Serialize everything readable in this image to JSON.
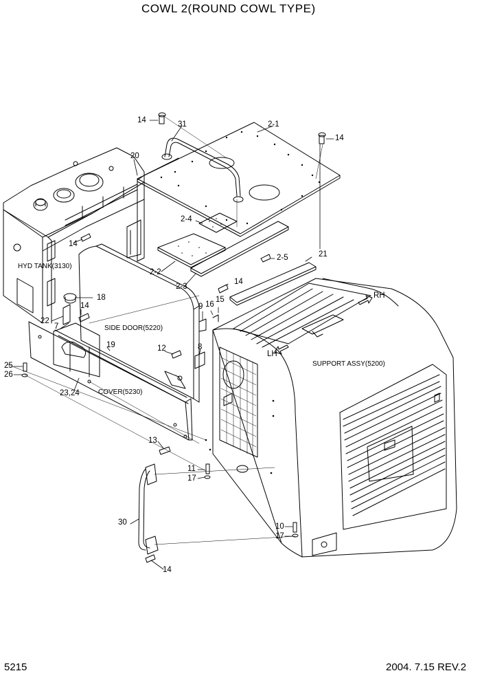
{
  "title": "COWL 2(ROUND COWL TYPE)",
  "footer": {
    "page_number": "5215",
    "date_rev": "2004. 7.15  REV.2"
  },
  "references": {
    "hyd_tank": "HYD TANK(3130)",
    "side_door": "SIDE DOOR(5220)",
    "cover": "COVER(5230)",
    "support_assy": "SUPPORT ASSY(5200)"
  },
  "directions": {
    "rh": "RH",
    "lh": "LH"
  },
  "callouts": {
    "c14a": "14",
    "c31": "31",
    "c2_1": "2-1",
    "c14b": "14",
    "c20": "20",
    "c2_4": "2-4",
    "c14c": "14",
    "c2_5": "2-5",
    "c2_2": "2-2",
    "c21": "21",
    "c2_3": "2-3",
    "c14d": "14",
    "c18": "18",
    "c14e": "14",
    "c9": "9",
    "c16": "16",
    "c15": "15",
    "c22": "22",
    "c7": "7",
    "c19": "19",
    "c12": "12",
    "c8": "8",
    "c25": "25",
    "c26": "26",
    "c23_24": "23,24",
    "c13": "13",
    "c11": "11",
    "c17a": "17",
    "c30": "30",
    "c10": "10",
    "c17b": "17",
    "c14f": "14"
  }
}
